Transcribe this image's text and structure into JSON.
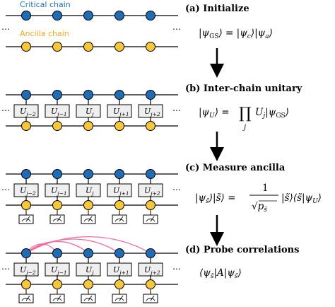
{
  "chain_labels": {
    "critical": "Critical chain",
    "ancilla": "Ancilla chain"
  },
  "colors": {
    "critical_qubit": "#1f6db6",
    "ancilla_qubit": "#f7c63a",
    "correlation_arc": "#f06ca0"
  },
  "gates": [
    {
      "main": "U",
      "sub": "j−2"
    },
    {
      "main": "U",
      "sub": "j−1"
    },
    {
      "main": "U",
      "sub": "j"
    },
    {
      "main": "U",
      "sub": "j+1"
    },
    {
      "main": "U",
      "sub": "j+2"
    }
  ],
  "steps": [
    {
      "title": "(a) Initialize"
    },
    {
      "title": "(b) Inter-chain unitary"
    },
    {
      "title": "(c) Measure ancilla"
    },
    {
      "title": "(d) Probe correlations"
    }
  ],
  "ellipsis": "⋯",
  "icons": {
    "arrow": "down-arrow-icon",
    "meter": "measurement-meter-icon"
  }
}
